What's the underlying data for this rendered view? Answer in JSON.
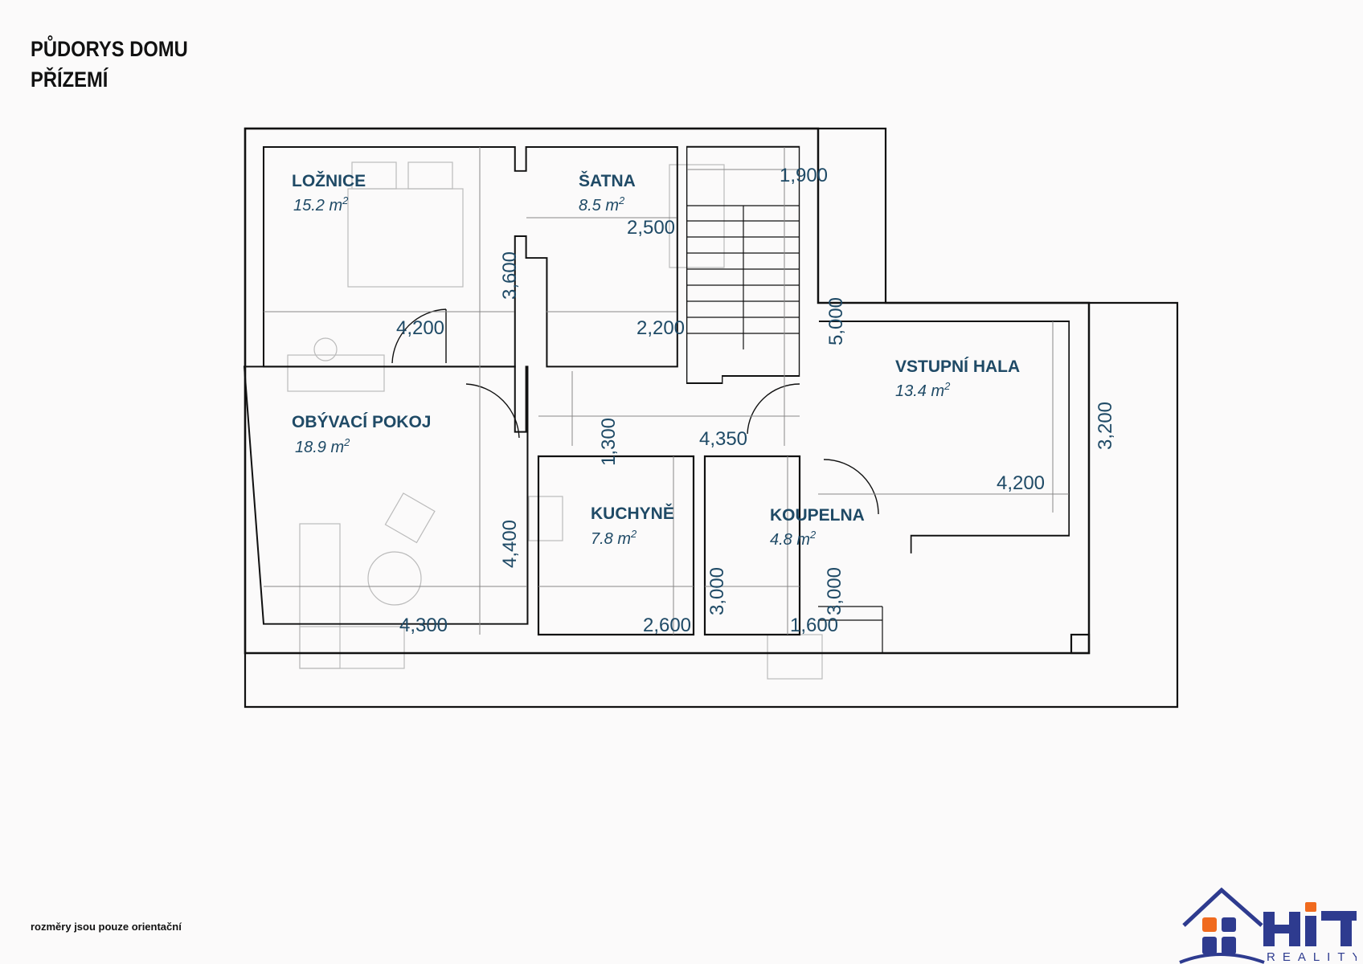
{
  "title": {
    "line1": "PŮDORYS DOMU",
    "line2": "PŘÍZEMÍ"
  },
  "note": "rozměry jsou pouze orientační",
  "rooms": [
    {
      "name": "LOŽNICE",
      "area": "15.2 m",
      "sup": "2"
    },
    {
      "name": "ŠATNA",
      "area": "8.5 m",
      "sup": "2"
    },
    {
      "name": "OBÝVACÍ POKOJ",
      "area": "18.9 m",
      "sup": "2"
    },
    {
      "name": "KUCHYNĚ",
      "area": "7.8 m",
      "sup": "2"
    },
    {
      "name": "KOUPELNA",
      "area": "4.8 m",
      "sup": "2"
    },
    {
      "name": "VSTUPNÍ HALA",
      "area": "13.4 m",
      "sup": "2"
    }
  ],
  "dimensions": {
    "loznice_w": "4,200",
    "loznice_h": "3,600",
    "satna_w1": "2,500",
    "satna_w2": "2,200",
    "stairs_w": "1,900",
    "stairs_h": "5,000",
    "chodba_w": "4,350",
    "chodba_h": "1,300",
    "obyvaci_w": "4,300",
    "obyvaci_h": "4,400",
    "kuchyne_w": "2,600",
    "kuchyne_h": "3,000",
    "koupelna_w": "1,600",
    "koupelna_h": "3,000",
    "hala_w": "4,200",
    "hala_h": "3,200"
  },
  "logo": {
    "brand": "HIT",
    "sub": "REALITY",
    "blue": "#2e3b8f",
    "orange": "#f06a1e"
  },
  "colors": {
    "label": "#1f4a66",
    "wall": "#111111"
  }
}
